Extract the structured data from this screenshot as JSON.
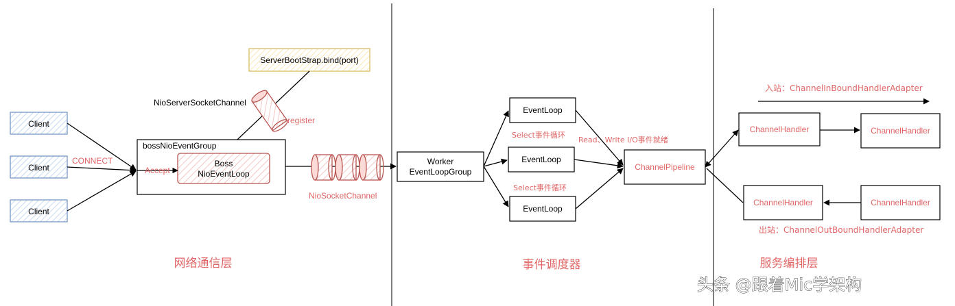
{
  "clients": [
    "Client",
    "Client",
    "Client"
  ],
  "labels": {
    "connect": "CONNECT",
    "accept": "Accept",
    "register": "register",
    "nio_server_socket_channel": "NioServerSocketChannel",
    "nio_socket_channel": "NioSocketChannel",
    "select_loop_1": "Select事件循环",
    "select_loop_2": "Select事件循环",
    "read_write": "Read、Write I/O事件就绪",
    "inbound": "入站：ChannelInBoundHandlerAdapter",
    "outbound": "出站：ChannelOutBoundHandlerAdapter"
  },
  "boxes": {
    "server_bootstrap": "ServerBootStrap.bind(port)",
    "boss_group": "bossNioEventGroup",
    "boss_loop_line1": "Boss",
    "boss_loop_line2": "NioEventLoop",
    "worker_line1": "Worker",
    "worker_line2": "EventLoopGroup",
    "event_loop_1": "EventLoop",
    "event_loop_2": "EventLoop",
    "event_loop_3": "EventLoop",
    "channel_pipeline": "ChannelPipeline",
    "handler_in_1": "ChannelHandler",
    "handler_in_2": "ChannelHandler",
    "handler_out_1": "ChannelHandler",
    "handler_out_2": "ChannelHandler"
  },
  "layers": {
    "network": "网络通信层",
    "dispatch": "事件调度器",
    "service": "服务编排层"
  },
  "watermark": "头条 @跟着Mic学架构",
  "colors": {
    "client_border": "#6c8ebf",
    "client_fill": "#dae8fc",
    "accent_red": "#e06666",
    "boss_border": "#b85450",
    "boss_fill": "#f8cecc",
    "bootstrap_border": "#d6b656",
    "bootstrap_fill": "#fff2cc",
    "line": "#000000"
  }
}
